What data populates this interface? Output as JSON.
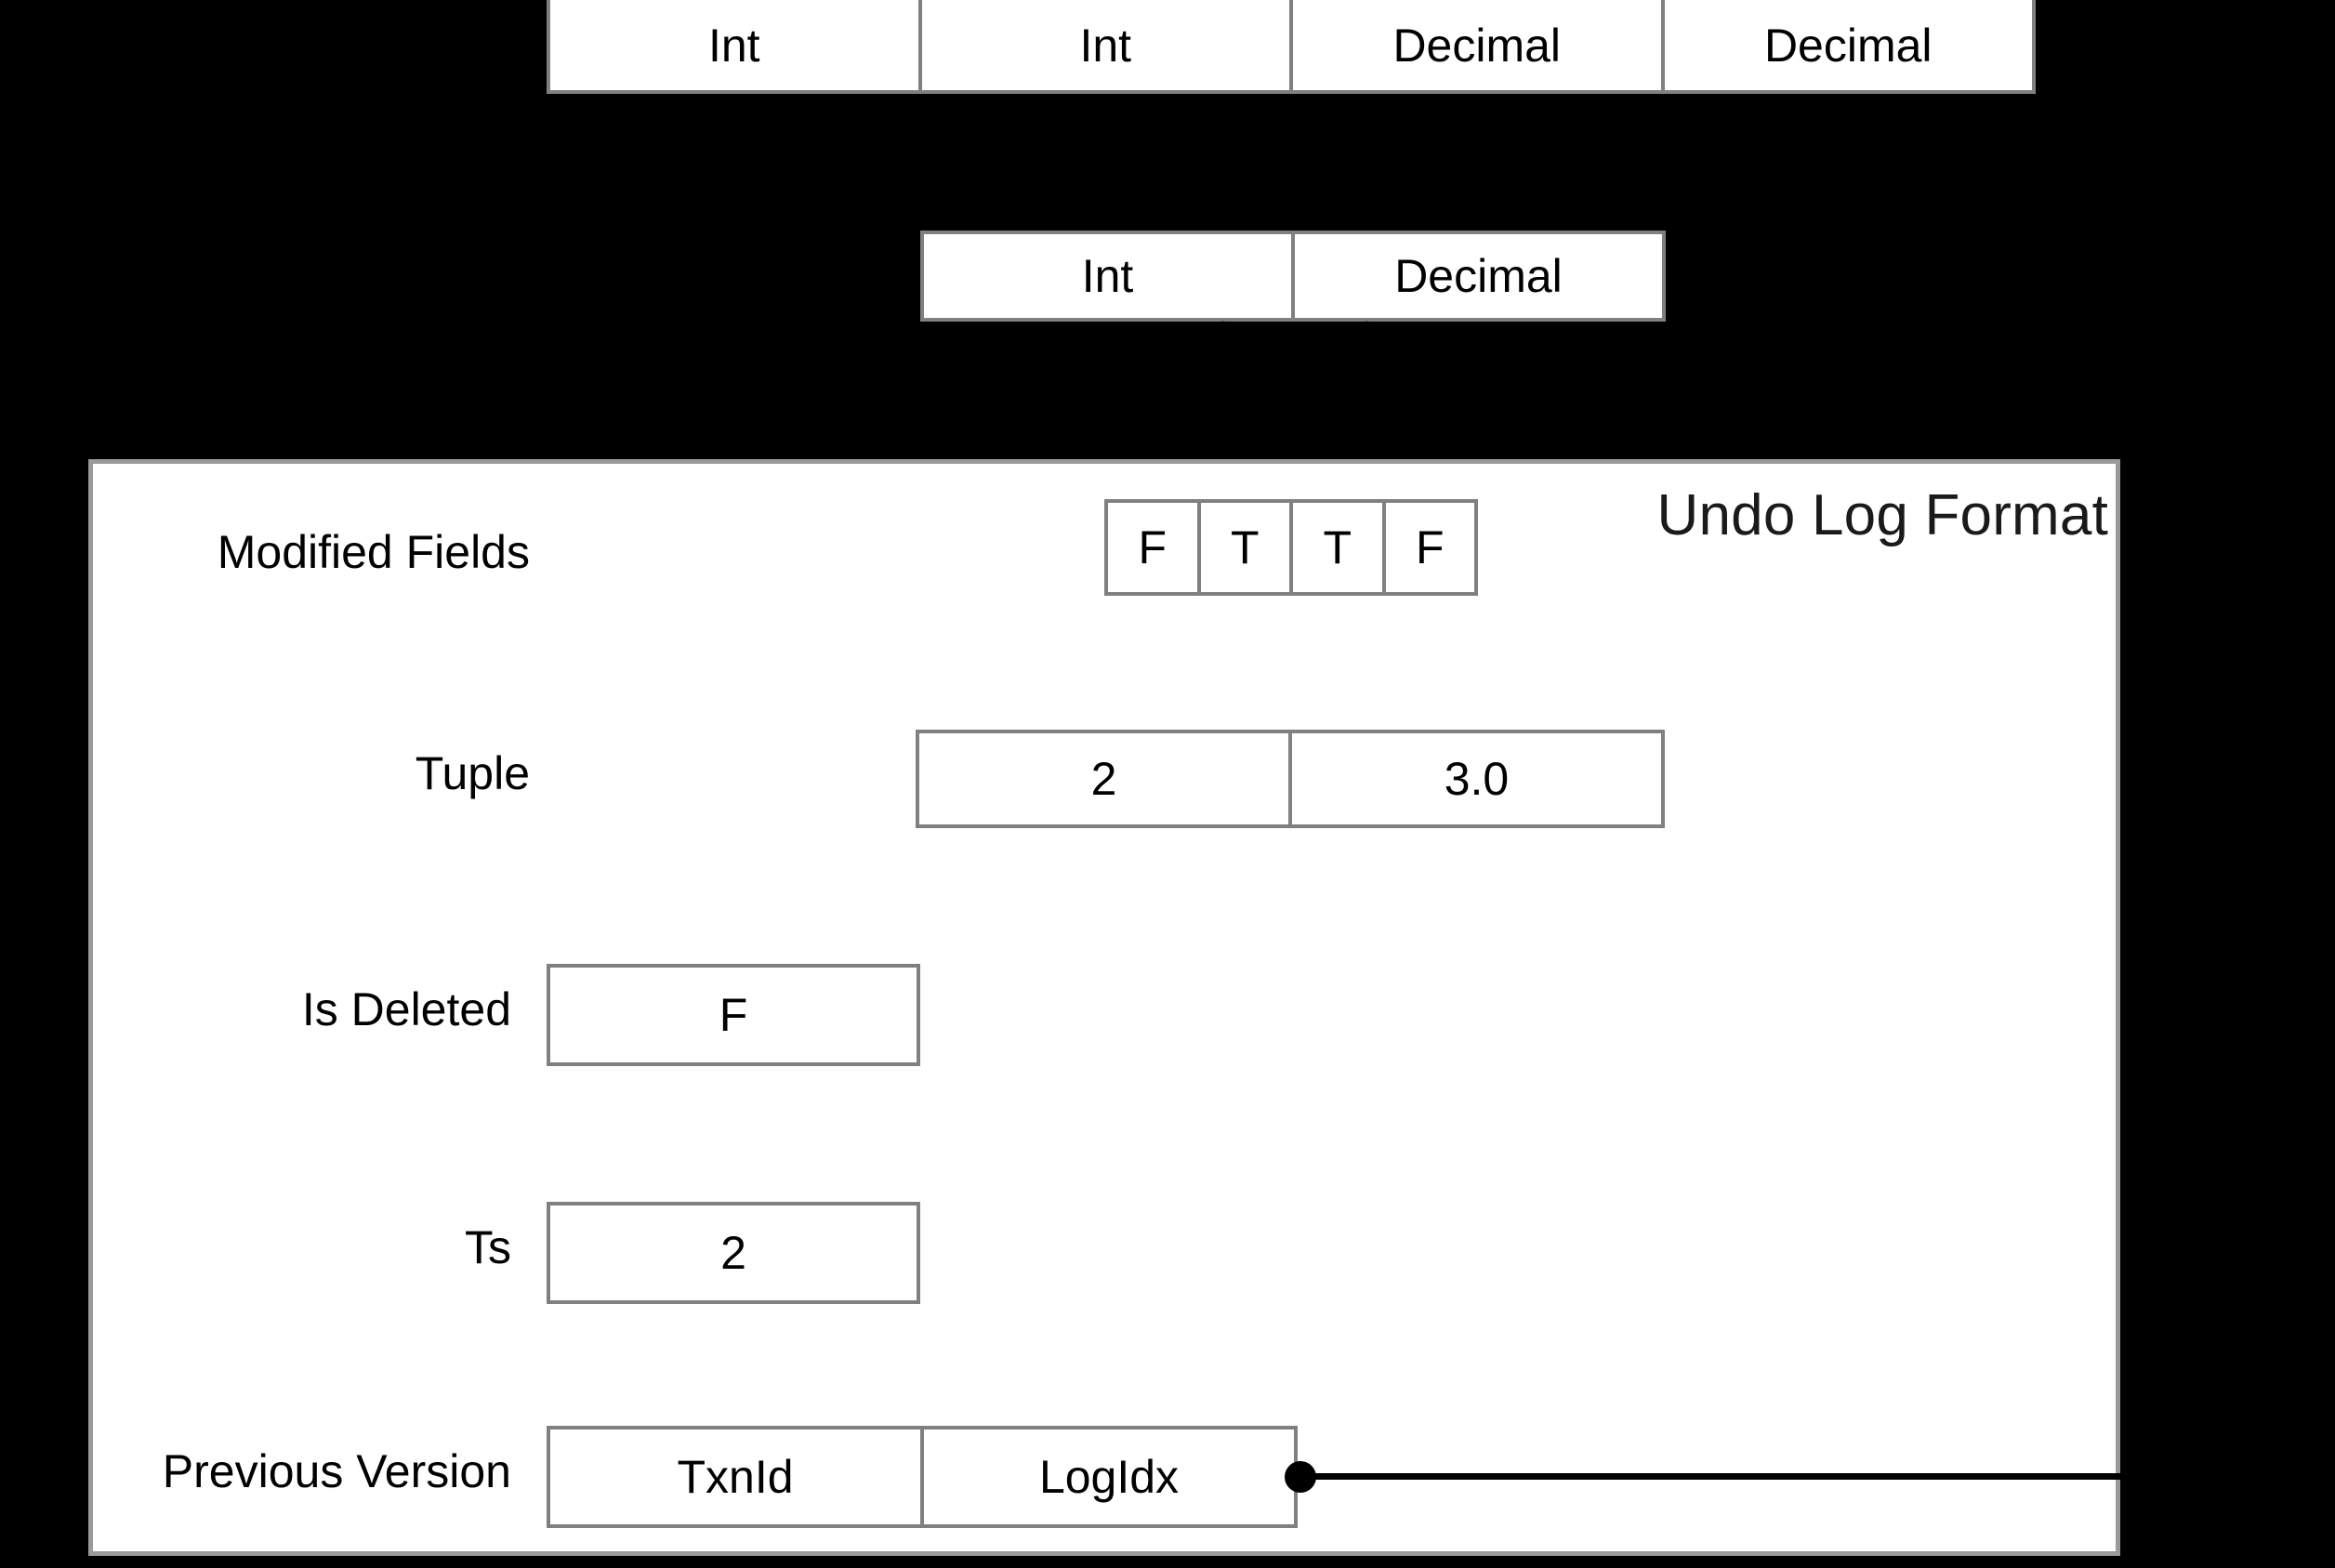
{
  "panel": {
    "title": "Undo Log Format"
  },
  "schema_top": {
    "name": "table-schema-full",
    "cells": [
      {
        "label": "Int"
      },
      {
        "label": "Int"
      },
      {
        "label": "Decimal"
      },
      {
        "label": "Decimal"
      }
    ]
  },
  "schema_mid": {
    "name": "table-schema-partial",
    "cells": [
      {
        "label": "Int"
      },
      {
        "label": "Decimal"
      }
    ]
  },
  "rows": {
    "modified_fields": {
      "label": "Modified Fields",
      "cells": [
        {
          "label": "F"
        },
        {
          "label": "T"
        },
        {
          "label": "T"
        },
        {
          "label": "F"
        }
      ]
    },
    "tuple": {
      "label": "Tuple",
      "cells": [
        {
          "label": "2"
        },
        {
          "label": "3.0"
        }
      ]
    },
    "is_deleted": {
      "label": "Is Deleted",
      "cells": [
        {
          "label": "F"
        }
      ]
    },
    "ts": {
      "label": "Ts",
      "cells": [
        {
          "label": "2"
        }
      ]
    },
    "previous_version": {
      "label": "Previous Version",
      "cells": [
        {
          "label": "TxnId"
        },
        {
          "label": "LogIdx"
        }
      ]
    }
  },
  "colors": {
    "background": "#000000",
    "panel_background": "#ffffff",
    "box_border": "#808080",
    "panel_border": "#9a9a9a",
    "text": "#000000",
    "connector": "#000000"
  }
}
